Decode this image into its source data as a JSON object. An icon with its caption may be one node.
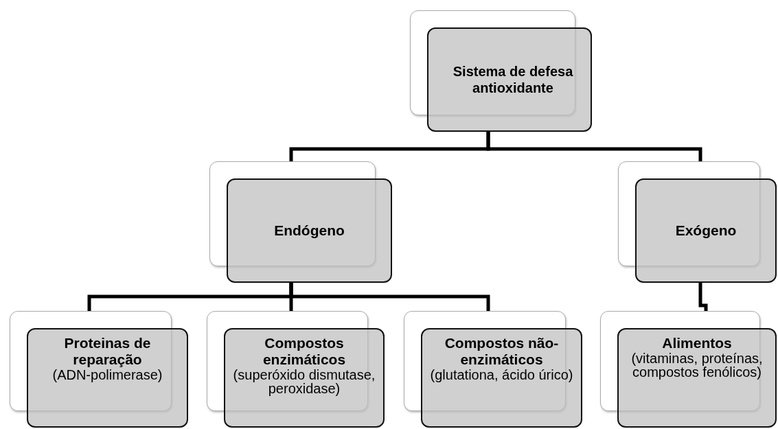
{
  "diagram": {
    "nodes": [
      {
        "text": [
          "Sistema de defesa antioxidante"
        ]
      },
      {
        "text": [
          "Endógeno"
        ]
      },
      {
        "text": [
          "Exógeno"
        ]
      },
      {
        "text": [
          "Proteinas de reparação",
          "(ADN-polimerase)"
        ]
      },
      {
        "text": [
          "Compostos enzimáticos",
          "(superóxido dismutase, peroxidase)"
        ]
      },
      {
        "text": [
          "Compostos não-enzimáticos",
          "(glutationa, ácido úrico)"
        ]
      },
      {
        "text": [
          "Alimentos",
          "(vitaminas, proteínas, compostos fenólicos)"
        ]
      }
    ],
    "edges": [
      {
        "from": 0,
        "to": 1,
        "arrow": "none"
      },
      {
        "from": 0,
        "to": 2,
        "arrow": "none"
      },
      {
        "from": 1,
        "to": 3,
        "arrow": "none"
      },
      {
        "from": 1,
        "to": 4,
        "arrow": "none"
      },
      {
        "from": 1,
        "to": 5,
        "arrow": "none"
      },
      {
        "from": 2,
        "to": 6,
        "arrow": "none"
      }
    ]
  }
}
